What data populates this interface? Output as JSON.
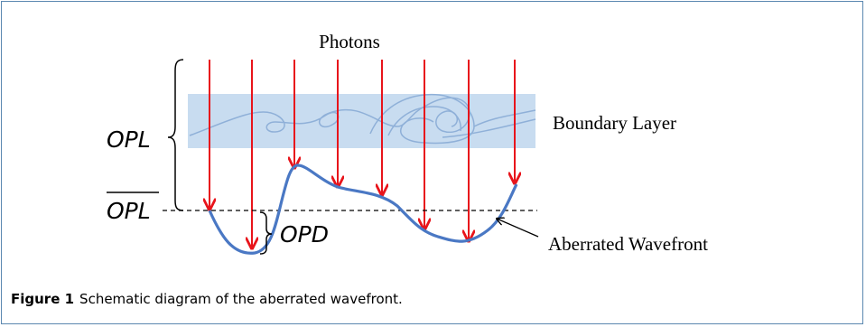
{
  "figure": {
    "photons_label": "Photons",
    "boundary_layer_label": "Boundary Layer",
    "opl_label": "OPL",
    "opl_mean_label": "OPL",
    "opd_label": "OPD",
    "wavefront_label": "Aberrated Wavefront"
  },
  "caption": {
    "number": "Figure 1",
    "text": "Schematic diagram of the aberrated wavefront."
  },
  "colors": {
    "photon_arrow": "#e8141b",
    "wavefront": "#4a78c4",
    "boundary_fill": "#c8dcf0",
    "vortex_stroke": "#8fb0d8",
    "frame": "#5b88b0"
  },
  "icons": [
    "photon-arrow-icon",
    "brace-icon",
    "pointer-arrow-icon"
  ]
}
